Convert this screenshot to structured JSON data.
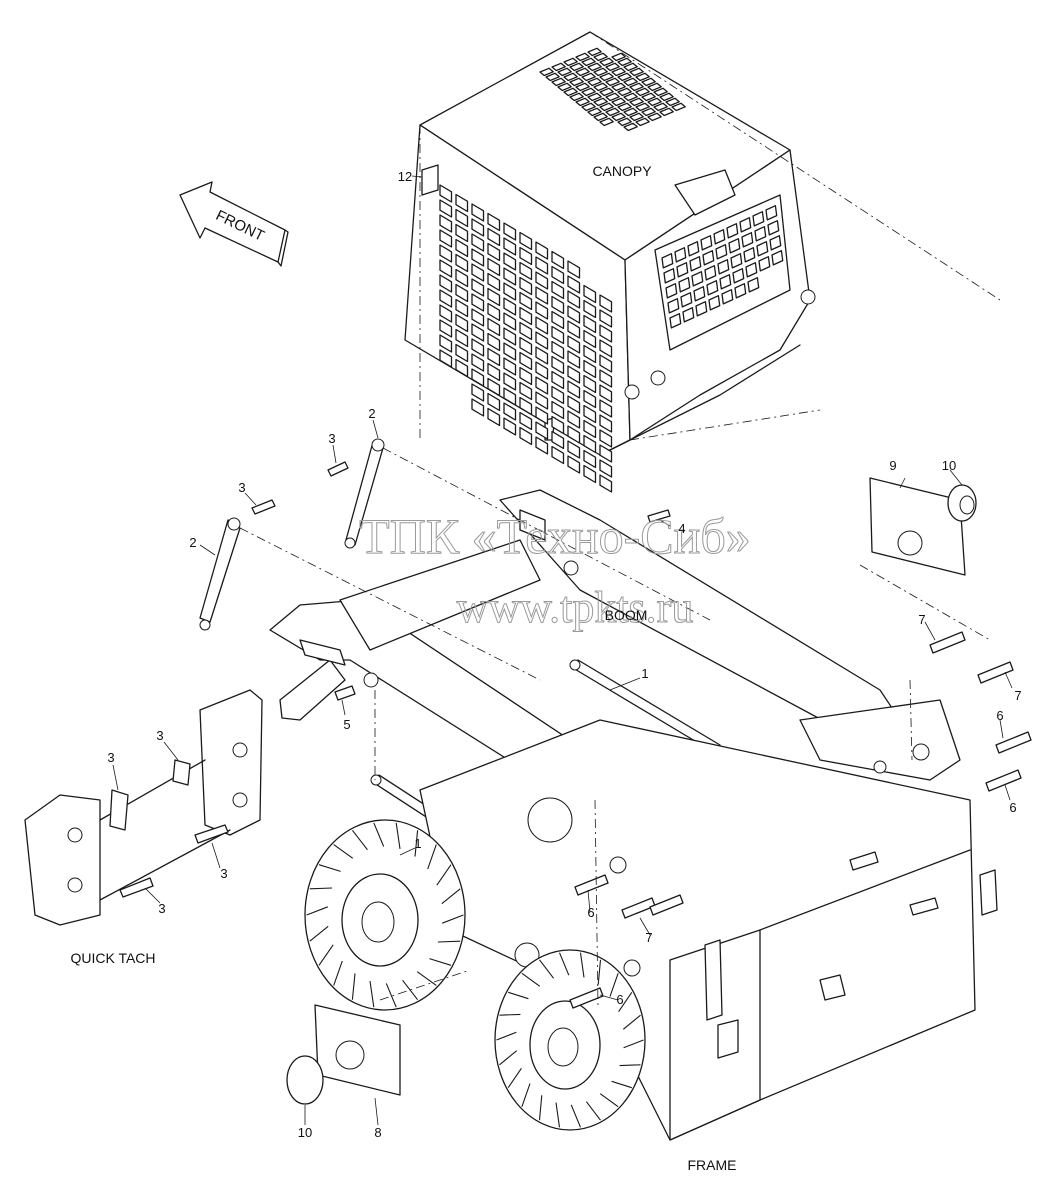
{
  "labels": {
    "canopy": "CANOPY",
    "front": "FRONT",
    "boom": "BOOM",
    "quick_tach": "QUICK TACH",
    "frame": "FRAME"
  },
  "watermark": {
    "line1": "ТПК «Техно-Сиб»",
    "line2": "www.tpkts.ru"
  },
  "callouts": {
    "c1a": "1",
    "c1b": "1",
    "c2a": "2",
    "c2b": "2",
    "c3a": "3",
    "c3b": "3",
    "c3c": "3",
    "c3d": "3",
    "c3e": "3",
    "c3f": "3",
    "c4": "4",
    "c5": "5",
    "c6a": "6",
    "c6b": "6",
    "c6c": "6",
    "c6d": "6",
    "c7a": "7",
    "c7b": "7",
    "c7c": "7",
    "c8": "8",
    "c9": "9",
    "c10a": "10",
    "c10b": "10",
    "c12": "12"
  }
}
